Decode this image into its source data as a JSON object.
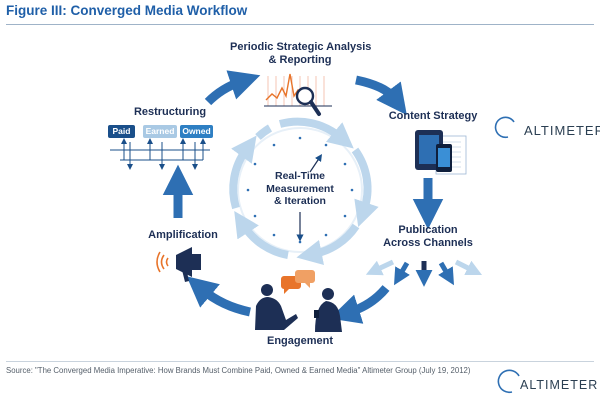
{
  "figure": {
    "title": "Figure III: Converged Media Workflow"
  },
  "cycle": {
    "top": [
      "Periodic Strategic Analysis",
      "& Reporting"
    ],
    "right_upper": "Content Strategy",
    "right_lower": [
      "Publication",
      "Across Channels"
    ],
    "bottom": "Engagement",
    "left_lower": "Amplification",
    "left_upper": "Restructuring"
  },
  "center": [
    "Real-Time",
    "Measurement",
    "& Iteration"
  ],
  "media_tags": {
    "paid": "Paid",
    "earned": "Earned",
    "owned": "Owned"
  },
  "source": "Source: \"The Converged Media Imperative: How Brands Must Combine Paid, Owned & Earned Media\" Altimeter Group (July 19, 2012)",
  "brand": "ALTIMETER",
  "colors": {
    "arrow_dark": "#2e6fb3",
    "arrow_light": "#bcd6ec",
    "accent_orange": "#e8742a",
    "navy": "#1d2f55",
    "title_blue": "#1f5fa8"
  }
}
